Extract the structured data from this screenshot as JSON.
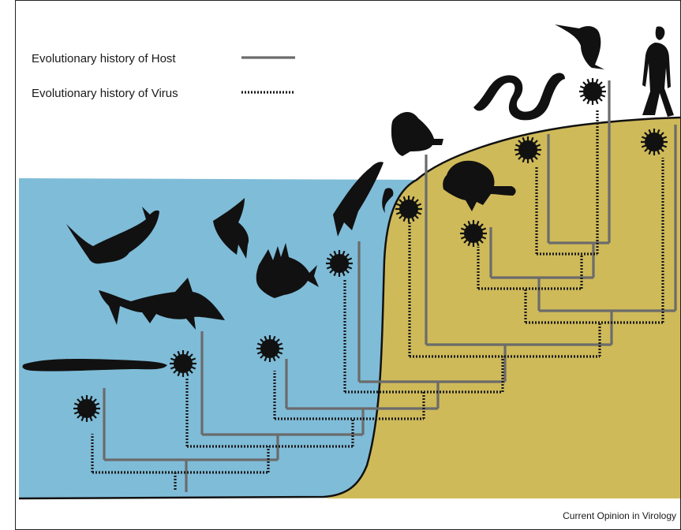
{
  "legend": {
    "host_label": "Evolutionary history of Host",
    "virus_label": "Evolutionary history of Virus"
  },
  "credit": "Current Opinion in Virology",
  "colors": {
    "water": "#7fbcd8",
    "land": "#cfba5a",
    "host_line": "#6b6b6b",
    "virus_line": "#1a1a1a",
    "silhouette": "#111111"
  },
  "hosts": [
    {
      "name": "lamprey-eel",
      "icon": "eel-icon"
    },
    {
      "name": "shark",
      "icon": "shark-icon"
    },
    {
      "name": "manta-ray",
      "icon": "ray-icon"
    },
    {
      "name": "angelfish",
      "icon": "angelfish-icon"
    },
    {
      "name": "lionfish",
      "icon": "lionfish-icon"
    },
    {
      "name": "coelacanth",
      "icon": "coelacanth-icon"
    },
    {
      "name": "frog",
      "icon": "frog-icon"
    },
    {
      "name": "turtle",
      "icon": "turtle-icon"
    },
    {
      "name": "snake",
      "icon": "snake-icon"
    },
    {
      "name": "bird",
      "icon": "bird-icon"
    },
    {
      "name": "human",
      "icon": "human-icon"
    }
  ],
  "virus_icon": "virus-icon"
}
